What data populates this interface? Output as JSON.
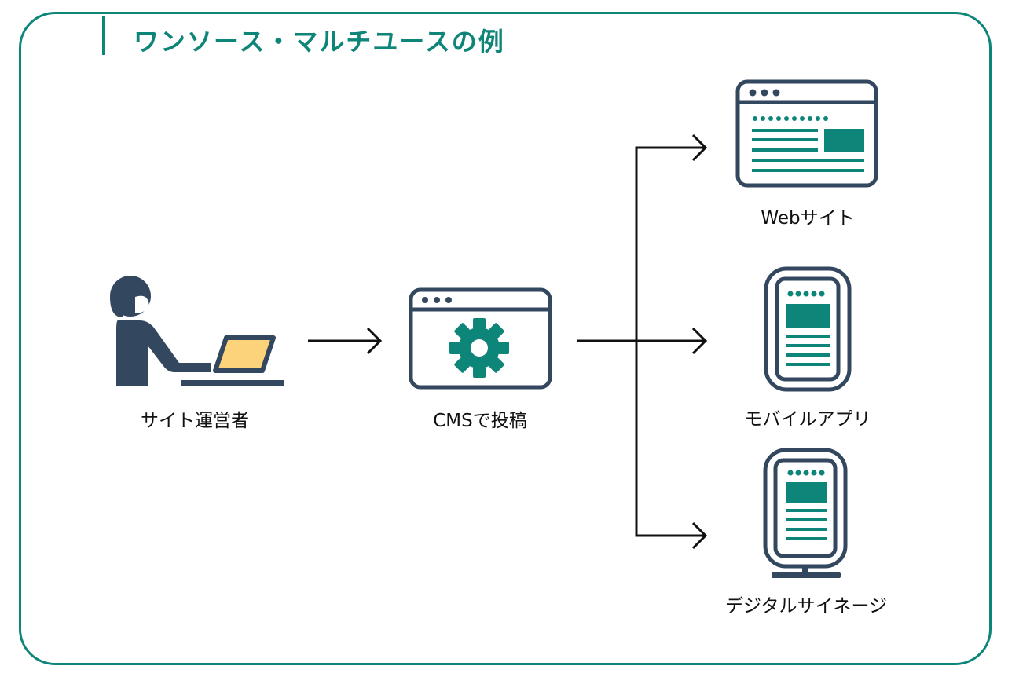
{
  "title": "ワンソース・マルチユースの例",
  "colors": {
    "teal": "#0e8579",
    "navy": "#33475f",
    "laptop": "#fcd27a",
    "text": "#111111"
  },
  "nodes": {
    "operator": {
      "label": "サイト運営者",
      "icon": "person-laptop-icon"
    },
    "cms": {
      "label": "CMSで投稿",
      "icon": "cms-gear-window-icon"
    },
    "web": {
      "label": "Webサイト",
      "icon": "browser-window-icon"
    },
    "mobile": {
      "label": "モバイルアプリ",
      "icon": "smartphone-icon"
    },
    "signage": {
      "label": "デジタルサイネージ",
      "icon": "digital-signage-icon"
    }
  }
}
